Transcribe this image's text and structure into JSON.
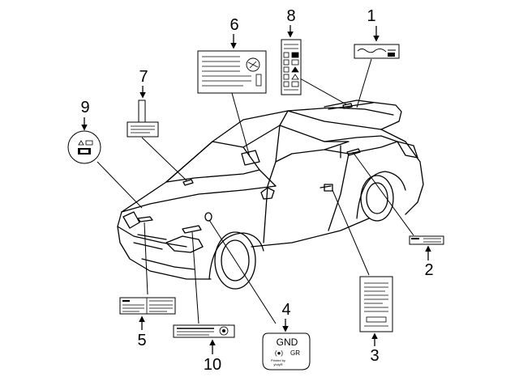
{
  "diagram": {
    "callouts": [
      {
        "id": "1",
        "label": "1"
      },
      {
        "id": "2",
        "label": "2"
      },
      {
        "id": "3",
        "label": "3"
      },
      {
        "id": "4",
        "label": "4"
      },
      {
        "id": "5",
        "label": "5"
      },
      {
        "id": "6",
        "label": "6"
      },
      {
        "id": "7",
        "label": "7"
      },
      {
        "id": "8",
        "label": "8"
      },
      {
        "id": "9",
        "label": "9"
      },
      {
        "id": "10",
        "label": "10"
      }
    ],
    "gnd_label": {
      "main": "GND",
      "symbol": "(●)",
      "code": "GR",
      "printed_by": "Printed by",
      "vendor": "yhdyR"
    }
  }
}
